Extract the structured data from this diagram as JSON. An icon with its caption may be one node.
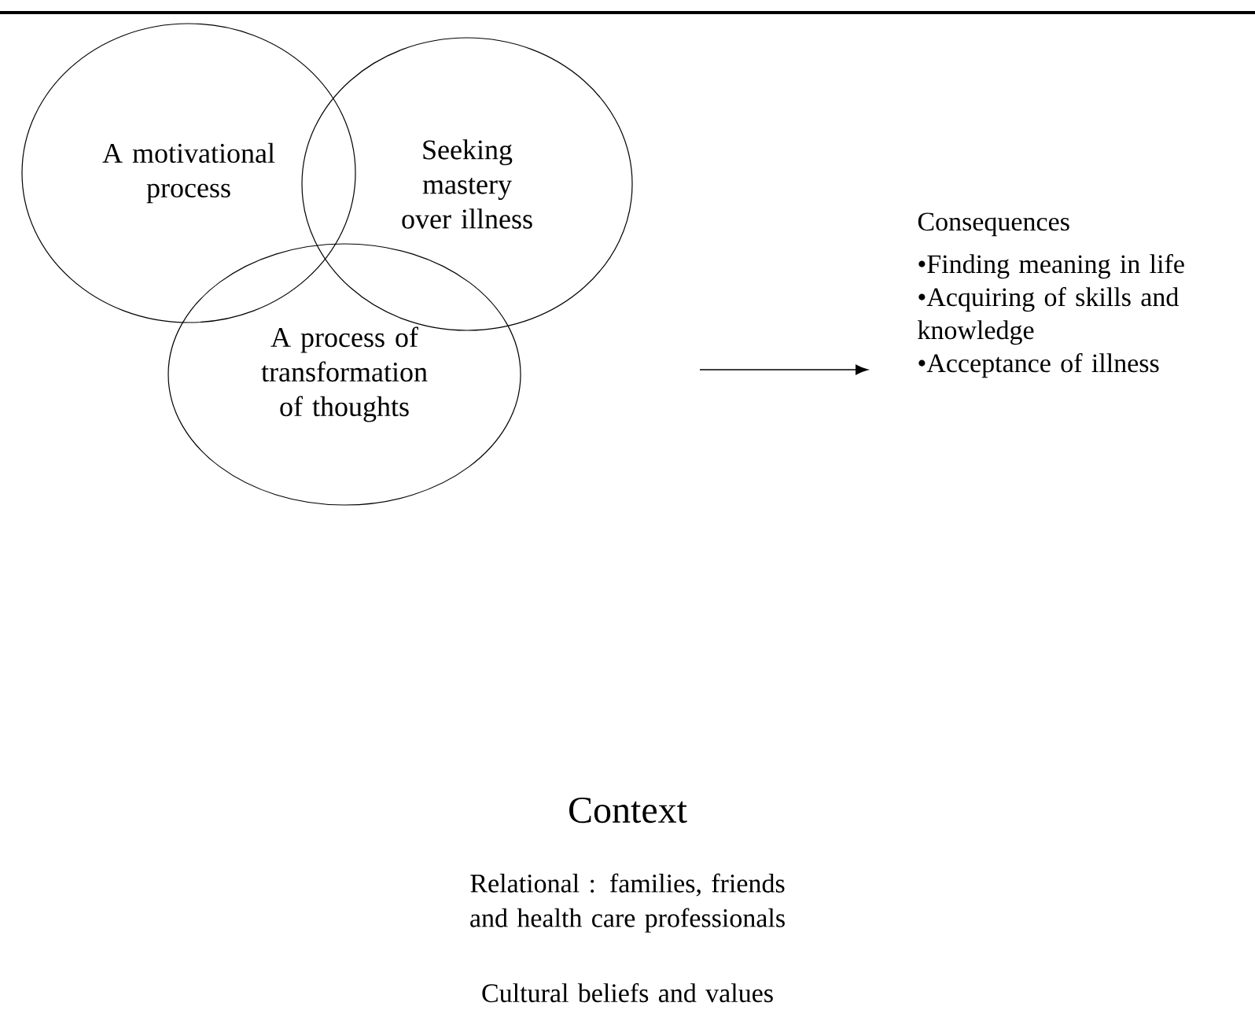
{
  "diagram": {
    "nodes": [
      {
        "text": [
          "A motivational process"
        ]
      },
      {
        "text": [
          "Seeking mastery over illness"
        ]
      },
      {
        "text": [
          "A process of transformation of thoughts"
        ]
      },
      {
        "text": [
          "Consequences",
          "•Finding meaning in life",
          "•Acquiring of skills and knowledge",
          "•Acceptance of illness"
        ]
      }
    ],
    "edges": [
      {
        "from": null,
        "to": 3,
        "arrow": "to"
      }
    ],
    "labels": [
      "Context",
      "Relational : families, friends and health care professionals",
      "Cultural beliefs and values"
    ]
  }
}
